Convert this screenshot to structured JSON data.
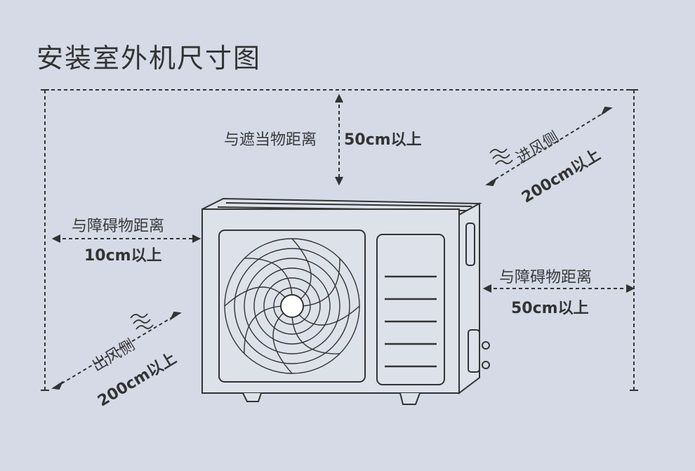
{
  "title": "安装室外机尺寸图",
  "top": {
    "label": "与遮当物距离",
    "value": "50cm以上"
  },
  "left": {
    "label": "与障碍物距离",
    "value": "10cm以上"
  },
  "right": {
    "label": "与障碍物距离",
    "value": "50cm以上"
  },
  "intake": {
    "label": "进风侧",
    "value": "200cm以上"
  },
  "outlet": {
    "label": "出风侧",
    "value": "200cm以上"
  },
  "colors": {
    "background": "#d5dae6",
    "line": "#333333",
    "unit_fill": "#dde1ea"
  }
}
